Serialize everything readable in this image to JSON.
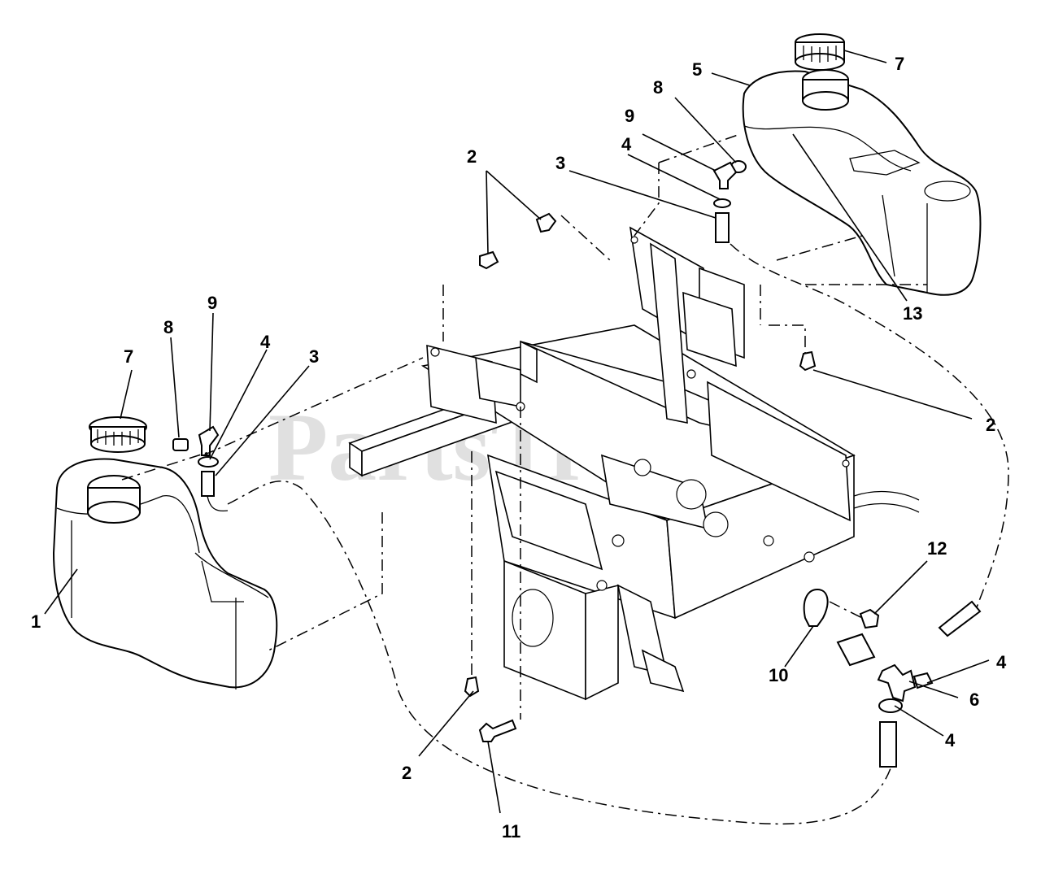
{
  "watermark": "PartsTree",
  "colors": {
    "line": "#000000",
    "background": "#ffffff",
    "watermark": "#c8c8c8"
  },
  "callouts": {
    "c1": "1",
    "c2_top": "2",
    "c2_right": "2",
    "c2_bottom": "2",
    "c3_left": "3",
    "c3_top": "3",
    "c4_left": "4",
    "c4_top": "4",
    "c4_right_upper": "4",
    "c4_right_lower": "4",
    "c5": "5",
    "c6": "6",
    "c7_left": "7",
    "c7_right": "7",
    "c8_left": "8",
    "c8_top": "8",
    "c9_left": "9",
    "c9_top": "9",
    "c10": "10",
    "c11": "11",
    "c12": "12",
    "c13": "13"
  }
}
